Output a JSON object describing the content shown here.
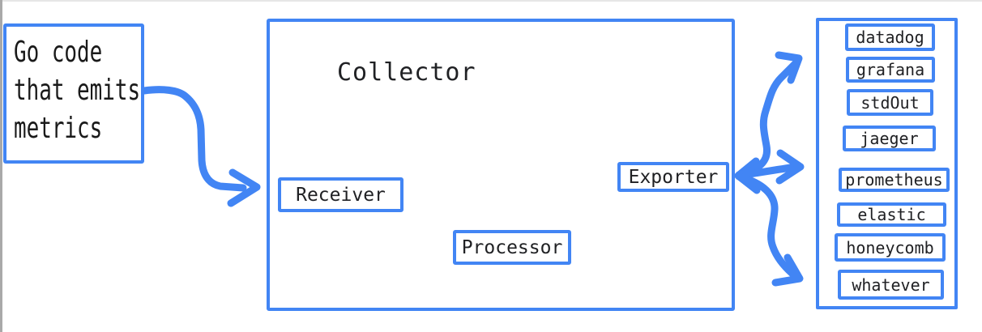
{
  "window": {
    "bg": "#ffffff",
    "edge_left_color": "#a9a9a9",
    "edge_top_color": "#e6e6e6"
  },
  "colors": {
    "accent": "#4285f4",
    "text": "#202124"
  },
  "source_box": {
    "lines": [
      "Go code",
      "that emits",
      "metrics"
    ]
  },
  "collector": {
    "title": "Collector",
    "receiver_label": "Receiver",
    "processor_label": "Processor",
    "exporter_label": "Exporter"
  },
  "destinations": {
    "items": [
      {
        "label": "datadog"
      },
      {
        "label": "grafana"
      },
      {
        "label": "stdOut"
      },
      {
        "label": "jaeger"
      },
      {
        "label": "prometheus"
      },
      {
        "label": "elastic"
      },
      {
        "label": "honeycomb"
      },
      {
        "label": "whatever"
      }
    ]
  }
}
